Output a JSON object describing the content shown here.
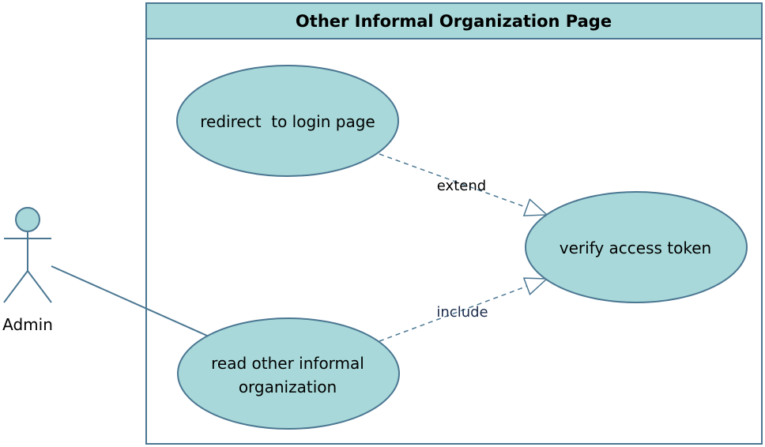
{
  "colors": {
    "fill": "#a8d8d9",
    "stroke": "#4b7792"
  },
  "system": {
    "title": "Other Informal Organization Page"
  },
  "actor": {
    "label": "Admin"
  },
  "use_cases": {
    "redirect": "redirect  to login page",
    "verify": "verify access token",
    "read_line1": "read other informal",
    "read_line2": "organization"
  },
  "relations": {
    "extend": "extend",
    "include": "include"
  }
}
